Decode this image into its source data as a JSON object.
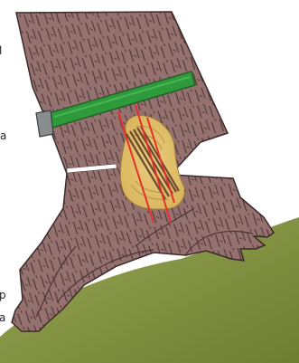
{
  "left_edge_text_fragments": [
    "l",
    "a",
    "p",
    "a"
  ]
}
